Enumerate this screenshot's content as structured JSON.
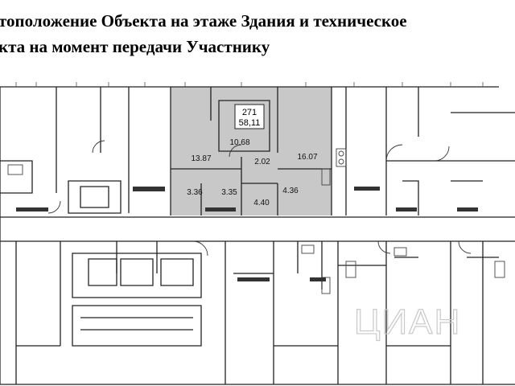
{
  "header": {
    "title_line1": "тоположение Объекта на этаже Здания и техническое",
    "title_line2": "кта на момент передачи Участнику"
  },
  "unit": {
    "number": "271",
    "area": "58,11",
    "highlight_color": "#c8c8c8"
  },
  "rooms": [
    {
      "label": "10.68"
    },
    {
      "label": "13.87"
    },
    {
      "label": "2.02"
    },
    {
      "label": "16.07"
    },
    {
      "label": "3.36"
    },
    {
      "label": "3.35"
    },
    {
      "label": "4.36"
    },
    {
      "label": "4.40"
    }
  ],
  "watermark": {
    "text": "ЦИАН"
  }
}
